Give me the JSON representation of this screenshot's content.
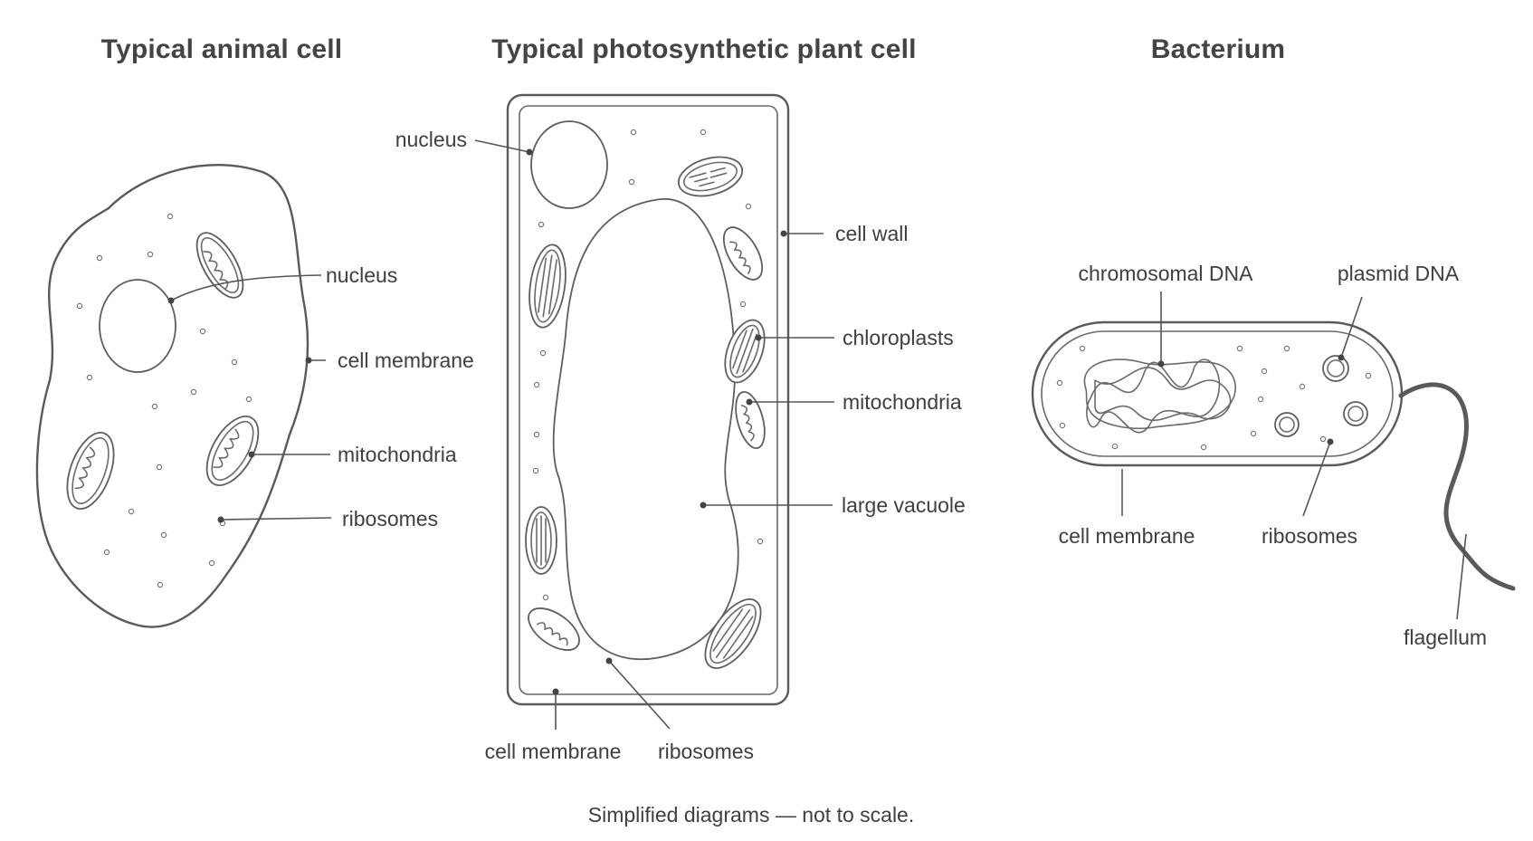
{
  "animal": {
    "title": "Typical animal cell",
    "labels": {
      "nucleus": "nucleus",
      "cell_membrane": "cell membrane",
      "mitochondria": "mitochondria",
      "ribosomes": "ribosomes"
    }
  },
  "plant": {
    "title": "Typical photosynthetic plant cell",
    "labels": {
      "nucleus": "nucleus",
      "cell_wall": "cell wall",
      "chloroplasts": "chloroplasts",
      "mitochondria": "mitochondria",
      "large_vacuole": "large vacuole",
      "cell_membrane": "cell membrane",
      "ribosomes": "ribosomes"
    }
  },
  "bacterium": {
    "title": "Bacterium",
    "labels": {
      "chromosomal_dna": "chromosomal DNA",
      "plasmid_dna": "plasmid DNA",
      "cell_membrane": "cell membrane",
      "ribosomes": "ribosomes",
      "flagellum": "flagellum"
    }
  },
  "footnote": "Simplified diagrams — not to scale."
}
